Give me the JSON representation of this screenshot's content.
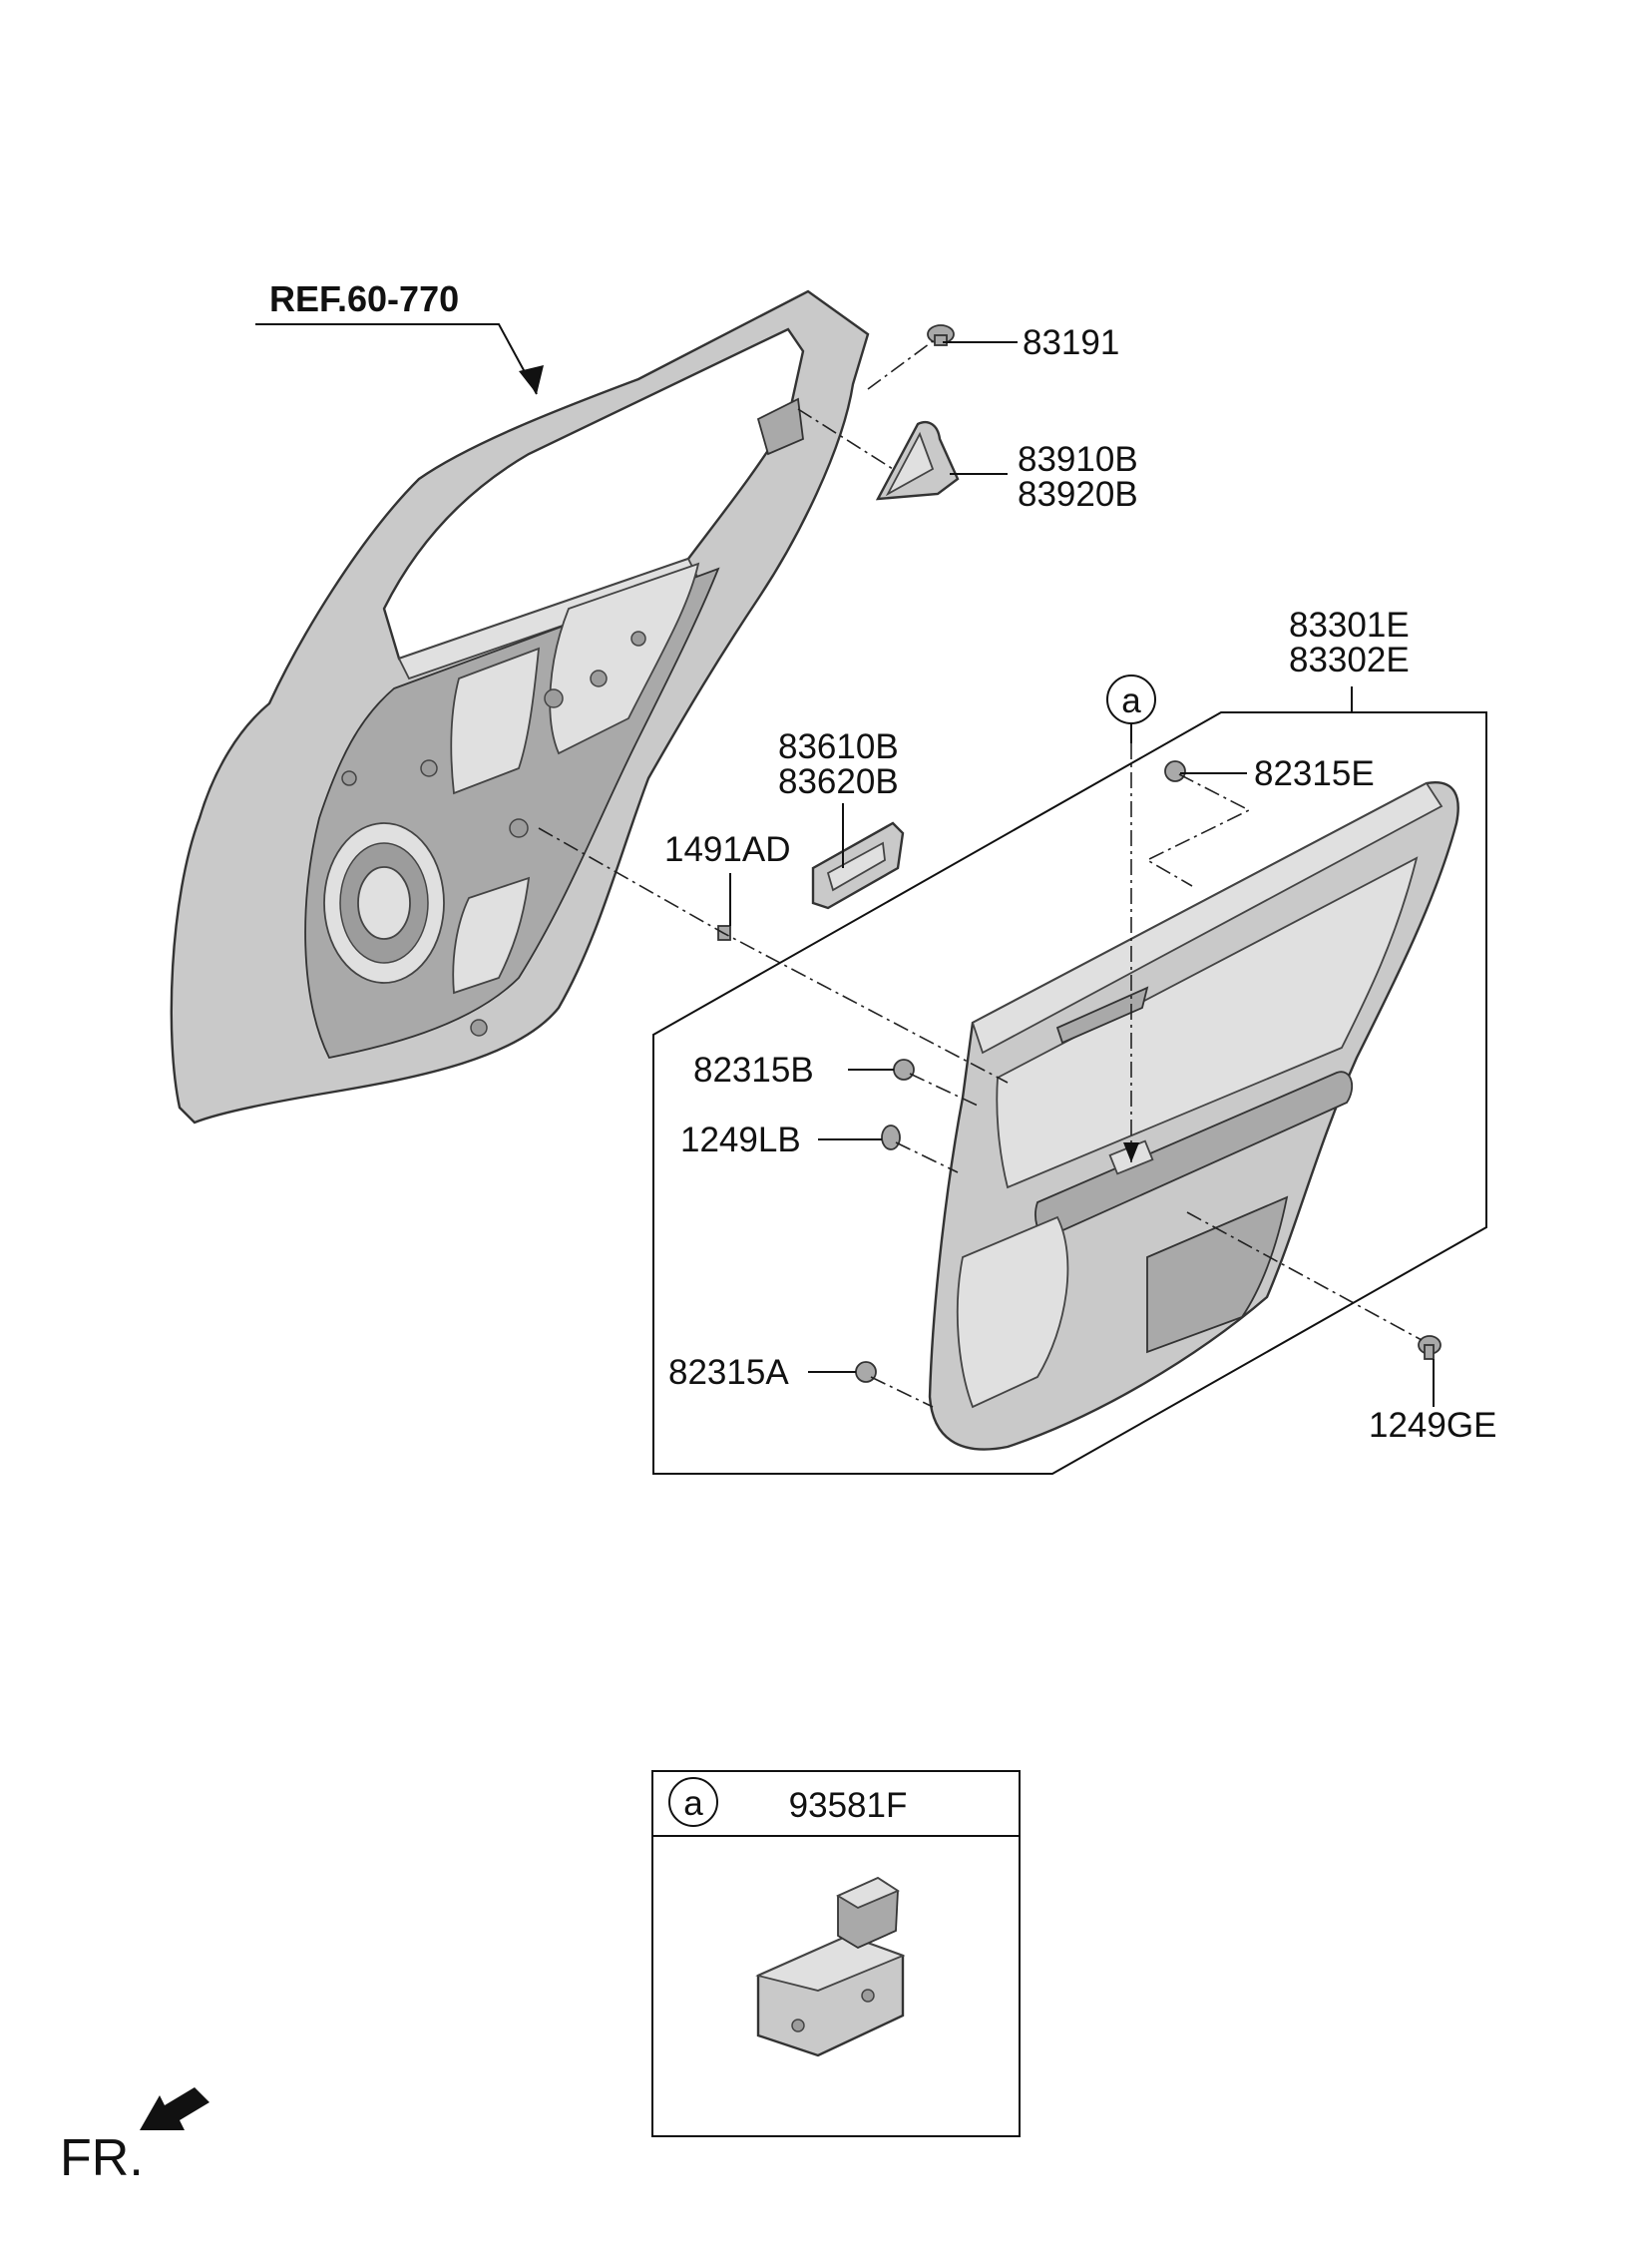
{
  "reference_label": "REF.60-770",
  "parts": {
    "p83191": "83191",
    "p83910B": "83910B",
    "p83920B": "83920B",
    "p83301E": "83301E",
    "p83302E": "83302E",
    "p82315E": "82315E",
    "p83610B": "83610B",
    "p83620B": "83620B",
    "p1491AD": "1491AD",
    "p82315B": "82315B",
    "p1249LB": "1249LB",
    "p82315A": "82315A",
    "p1249GE": "1249GE"
  },
  "callout_letter": "a",
  "detail_box": {
    "letter": "a",
    "part_number": "93581F"
  },
  "direction_label": "FR."
}
